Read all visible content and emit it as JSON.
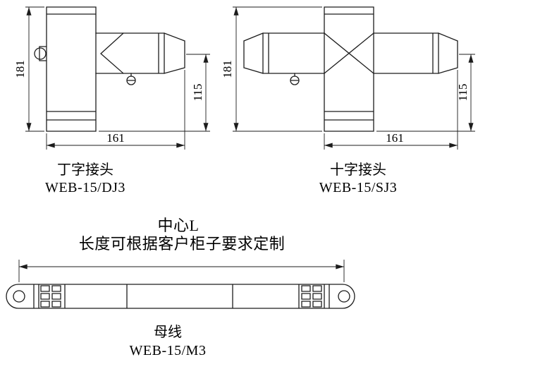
{
  "page": {
    "background": "#ffffff",
    "line_color": "#1c1c1c"
  },
  "tee_joint": {
    "title": "丁字接头",
    "model": "WEB-15/DJ3",
    "dims": {
      "height": "181",
      "arm_height": "115",
      "width": "161"
    }
  },
  "cross_joint": {
    "title": "十字接头",
    "model": "WEB-15/SJ3",
    "dims": {
      "height": "181",
      "arm_height": "115",
      "width": "161"
    }
  },
  "busbar": {
    "title": "母线",
    "model": "WEB-15/M3",
    "center_label": "中心L",
    "length_note": "长度可根据客户柜子要求定制"
  }
}
